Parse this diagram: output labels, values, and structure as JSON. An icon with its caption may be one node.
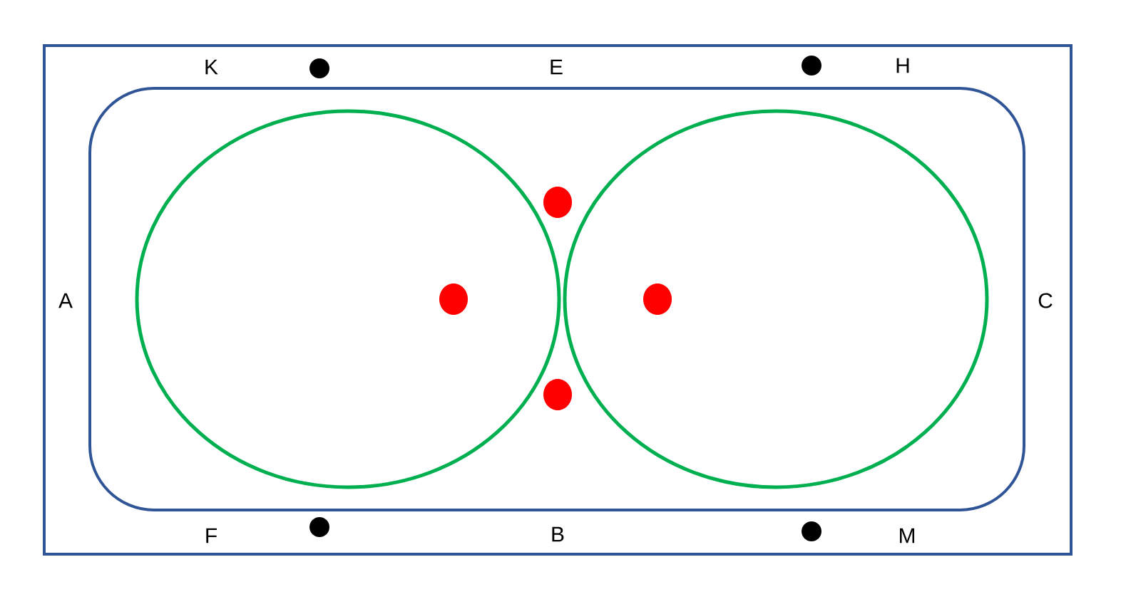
{
  "diagram": {
    "labels": [
      "K",
      "E",
      "H",
      "A",
      "C",
      "F",
      "B",
      "M"
    ]
  }
}
